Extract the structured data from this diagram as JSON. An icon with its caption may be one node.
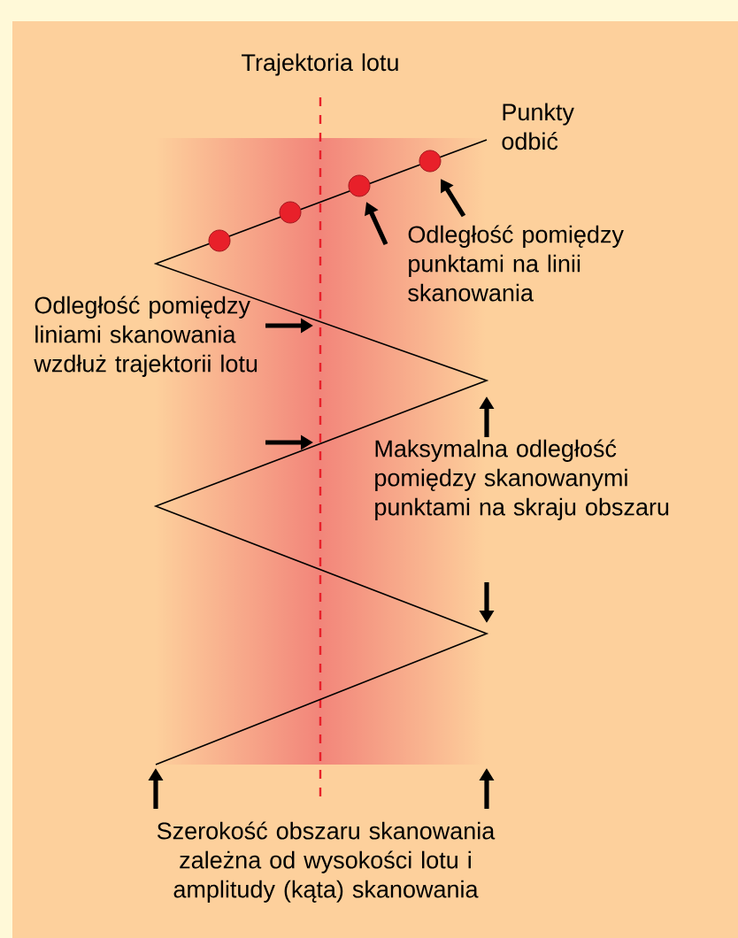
{
  "diagram": {
    "labels": [
      "Trajektoria lotu",
      "Punkty odbić",
      "Odległość pomiędzy punktami na linii skanowania",
      "Odległość pomiędzy liniami skanowania wzdłuż trajektorii lotu",
      "Maksymalna odległość pomiędzy skanowanymi punktami na skraju obszaru",
      "Szerokość obszaru skanowania zależna od wysokości lotu i amplitudy (kąta) skanowania"
    ]
  }
}
